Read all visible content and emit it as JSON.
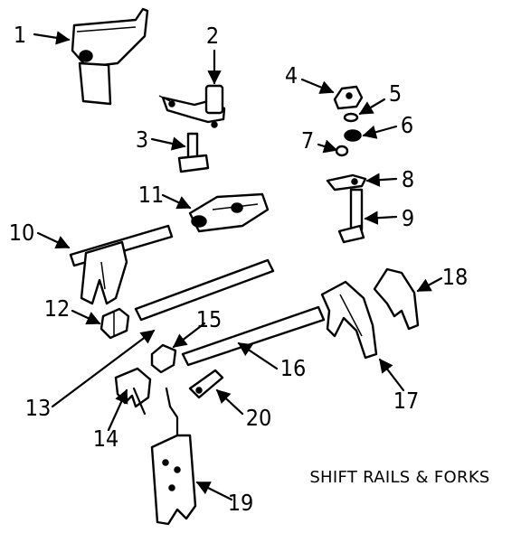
{
  "diagram": {
    "caption": "SHIFT RAILS & FORKS",
    "callouts": [
      {
        "id": 1,
        "label": "1"
      },
      {
        "id": 2,
        "label": "2"
      },
      {
        "id": 3,
        "label": "3"
      },
      {
        "id": 4,
        "label": "4"
      },
      {
        "id": 5,
        "label": "5"
      },
      {
        "id": 6,
        "label": "6"
      },
      {
        "id": 7,
        "label": "7"
      },
      {
        "id": 8,
        "label": "8"
      },
      {
        "id": 9,
        "label": "9"
      },
      {
        "id": 10,
        "label": "10"
      },
      {
        "id": 11,
        "label": "11"
      },
      {
        "id": 12,
        "label": "12"
      },
      {
        "id": 13,
        "label": "13"
      },
      {
        "id": 14,
        "label": "14"
      },
      {
        "id": 15,
        "label": "15"
      },
      {
        "id": 16,
        "label": "16"
      },
      {
        "id": 17,
        "label": "17"
      },
      {
        "id": 18,
        "label": "18"
      },
      {
        "id": 19,
        "label": "19"
      },
      {
        "id": 20,
        "label": "20"
      }
    ]
  }
}
